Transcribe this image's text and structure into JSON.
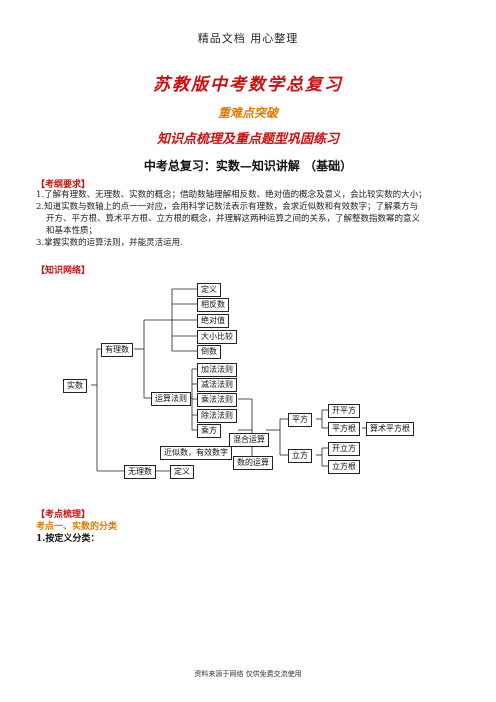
{
  "header_note": "精品文档 用心整理",
  "title": "苏教版中考数学总复习",
  "subtitle": "重难点突破",
  "subtitle2": "知识点梳理及重点题型巩固练习",
  "heading": "中考总复习：实数—知识讲解 （基础）",
  "section_requirements": "【考纲要求】",
  "requirements": [
    "1.了解有理数、无理数、实数的概念；借助数轴理解相反数、绝对值的概念及意义，会比较实数的大小；",
    "2.知道实数与数轴上的点一一对应，会用科学记数法表示有理数，会求近似数和有效数字；了解乘方与",
    "开方、平方根、算术平方根、立方根的概念，并理解这两种运算之间的关系，了解整数指数幂的意义",
    "和基本性质；",
    "3.掌握实数的运算法则，并能灵活运用."
  ],
  "section_network": "【知识网络】",
  "diagram": {
    "shishu": "实数",
    "youlishu": "有理数",
    "wulishu": "无理数",
    "yunsuanfaze": "运算法则",
    "dingyi_top": "定义",
    "xiangfanshu": "相反数",
    "juedui": "绝对值",
    "daxiao": "大小比较",
    "daoshu": "倒数",
    "jiafa": "加法法则",
    "jianfa": "减法法则",
    "chengfa": "乘法法则",
    "chufa": "除法法则",
    "chengfang": "乘方",
    "hunhe": "混合运算",
    "jinsi": "近似数，有效数字",
    "dingyi_bottom": "定义",
    "shudeyunsuan": "数的运算",
    "pingfang": "平方",
    "kaipingfang": "开平方",
    "pingfanggen": "平方根",
    "suanshu": "算术平方根",
    "lifang": "立方",
    "kailifang": "开立方",
    "lifanggen": "立方根"
  },
  "section_points": "【考点梳理】",
  "point1": "考点一、实数的分类",
  "point1_sub": "1.按定义分类：",
  "footer": "资料来源于网络 仅供免费交流使用"
}
